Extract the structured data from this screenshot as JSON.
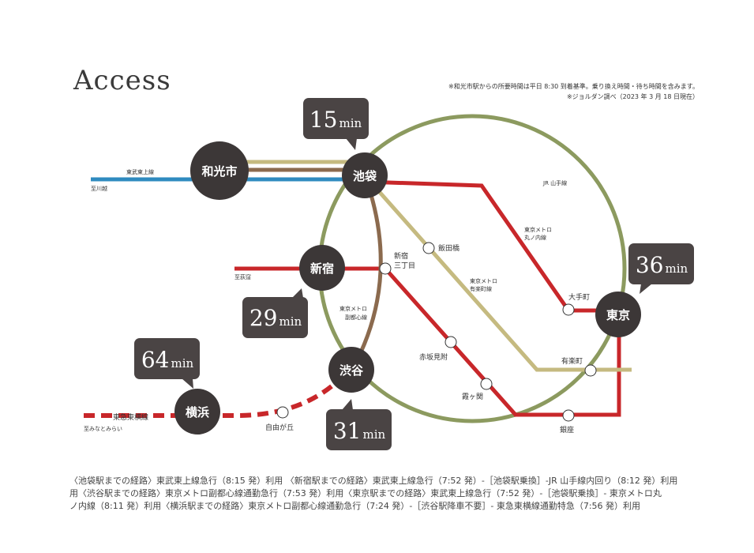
{
  "title": "Access",
  "notes": {
    "line1": "※和光市駅からの所要時間は平日 8:30 到着基準。乗り換え時間・待ち時間を含みます。",
    "line2": "※ジョルダン調べ（2023 年 3 月 18 日現在）"
  },
  "hubs": {
    "wakoshi": "和光市",
    "ikebukuro": "池袋",
    "shinjuku": "新宿",
    "shibuya": "渋谷",
    "tokyo": "東京",
    "yokohama": "横浜"
  },
  "stations": {
    "iidabashi": "飯田橋",
    "shinjuku_sanchome_1": "新宿",
    "shinjuku_sanchome_2": "三丁目",
    "otemachi": "大手町",
    "akasakamitsuke": "赤坂見附",
    "yurakucho": "有楽町",
    "kasumigaseki": "霞ヶ関",
    "ginza": "銀座",
    "jiyugaoka": "自由が丘"
  },
  "lines": {
    "tobu_tojo": "東武東上線",
    "to_kawagoe": "至川越",
    "to_ogikubo": "至荻窪",
    "jr_yamanote": "JR 山手線",
    "marunouchi_1": "東京メトロ",
    "marunouchi_2": "丸ノ内線",
    "yurakucho_1": "東京メトロ",
    "yurakucho_2": "有楽町線",
    "fukutoshin_1": "東京メトロ",
    "fukutoshin_2": "副都心線",
    "toyoko": "東急東横線",
    "to_minatomirai": "至みなとみらい"
  },
  "times": {
    "ikebukuro": {
      "value": "15",
      "unit": "min"
    },
    "shinjuku": {
      "value": "29",
      "unit": "min"
    },
    "tokyo": {
      "value": "36",
      "unit": "min"
    },
    "shibuya": {
      "value": "31",
      "unit": "min"
    },
    "yokohama": {
      "value": "64",
      "unit": "min"
    }
  },
  "routes": [
    "〈池袋駅までの経路〉東武東上線急行（8:15 発）利用 〈新宿駅までの経路〉東武東上線急行（7:52 発）-［池袋駅乗換］-JR 山手線内回り（8:12 発）利用",
    "用〈渋谷駅までの経路〉東京メトロ副都心線通勤急行（7:53 発）利用〈東京駅までの経路〉東武東上線急行（7:52 発）-［池袋駅乗換］- 東京メトロ丸",
    "ノ内線（8:11 発）利用〈横浜駅までの経路〉東京メトロ副都心線通勤急行（7:24 発）-［渋谷駅降車不要］- 東急東横線通勤特急（7:56 発）利用"
  ],
  "colors": {
    "yamanote": "#8c9a5f",
    "marunouchi": "#c8272a",
    "yurakucho": "#c5ba80",
    "fukutoshin": "#8b6a4e",
    "tobu": "#2f8bbf",
    "hub": "#3c3737",
    "bubble": "#4a4444"
  }
}
